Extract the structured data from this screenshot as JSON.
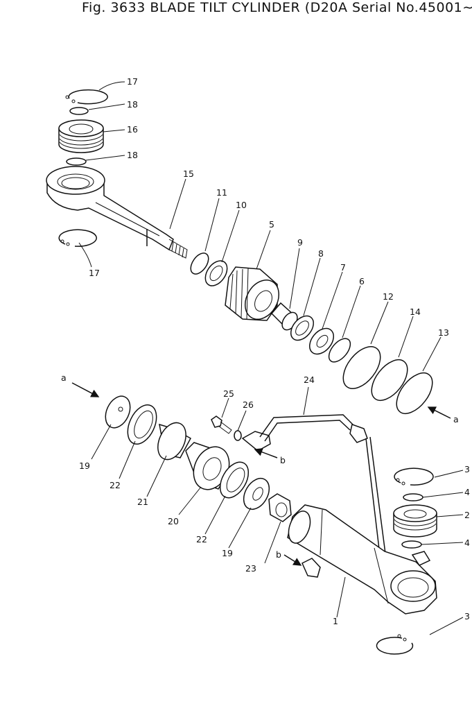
{
  "title": "Fig. 3633 BLADE TILT CYLINDER (D20A Serial No.45001∼)",
  "labels": {
    "l17a": "17",
    "l18a": "18",
    "l16": "16",
    "l18b": "18",
    "l17b": "17",
    "l15": "15",
    "l11": "11",
    "l10": "10",
    "l5": "5",
    "l9": "9",
    "l8": "8",
    "l7": "7",
    "l6": "6",
    "l12": "12",
    "l14": "14",
    "l13": "13",
    "la1": "a",
    "la2": "a",
    "l19a": "19",
    "l22a": "22",
    "l21": "21",
    "l20": "20",
    "l22b": "22",
    "l19b": "19",
    "l23": "23",
    "l25": "25",
    "l26": "26",
    "l24": "24",
    "lb1": "b",
    "lb2": "b",
    "l3a": "3",
    "l4a": "4",
    "l2": "2",
    "l4b": "4",
    "l1": "1",
    "l3b": "3"
  }
}
